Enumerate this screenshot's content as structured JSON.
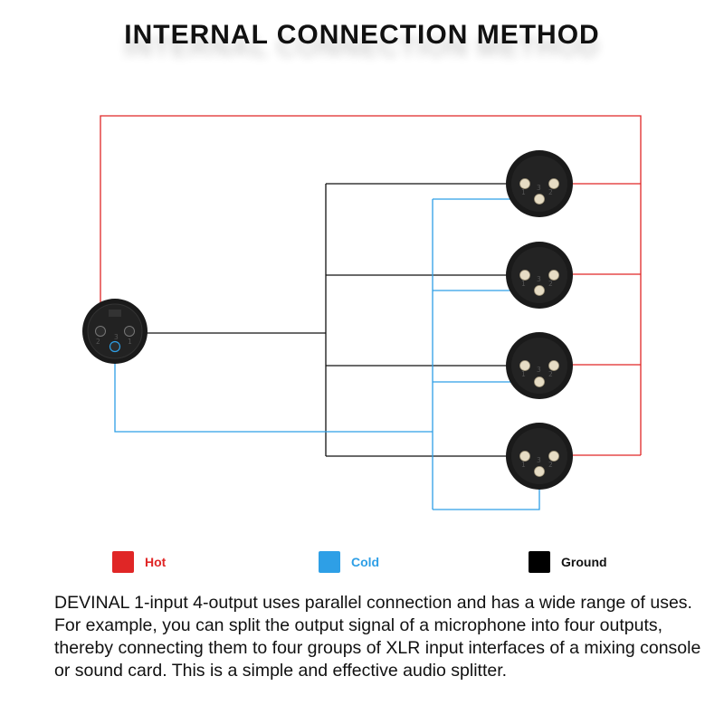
{
  "title": "INTERNAL CONNECTION METHOD",
  "colors": {
    "hot": "#e02626",
    "cold": "#2e9fe6",
    "ground": "#111111"
  },
  "legend": {
    "hot": "Hot",
    "cold": "Cold",
    "ground": "Ground"
  },
  "pins": {
    "one": "1",
    "two": "2",
    "three": "3"
  },
  "description": "DEVINAL 1-input 4-output uses parallel connection and has a wide range of uses. For example, you can split the output signal of a microphone into four outputs, thereby connecting them to four groups of XLR input interfaces of a mixing console or sound card. This is a simple and effective audio splitter."
}
